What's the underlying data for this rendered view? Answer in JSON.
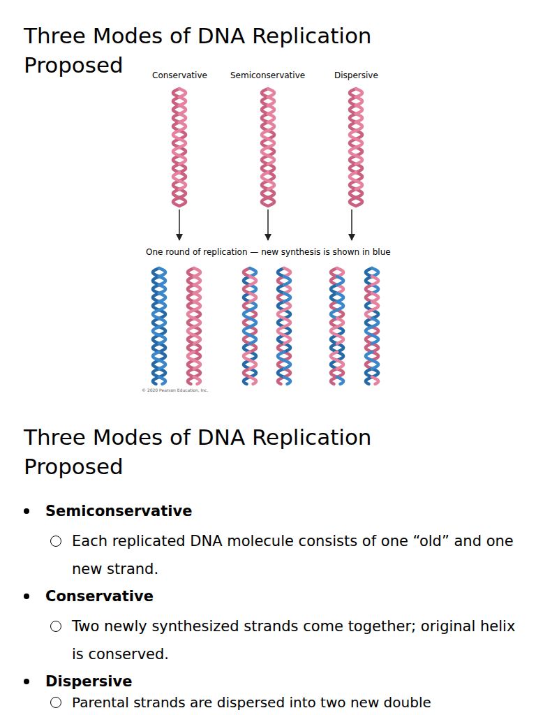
{
  "diagram": {
    "title": "Three Modes of DNA Replication Proposed",
    "labels": [
      "Conservative",
      "Semiconservative",
      "Dispersive",
      "One round of replication — new synthesis is shown in blue",
      "© 2020 Pearson Education, Inc.",
      "Three Modes of DNA Replication Proposed",
      "Semiconservative",
      "Each replicated DNA molecule consists of one “old” and one new strand.",
      "Conservative",
      "Two newly synthesized strands come together; original helix is conserved.",
      "Dispersive",
      "Parental strands are dispersed into two new double"
    ]
  }
}
